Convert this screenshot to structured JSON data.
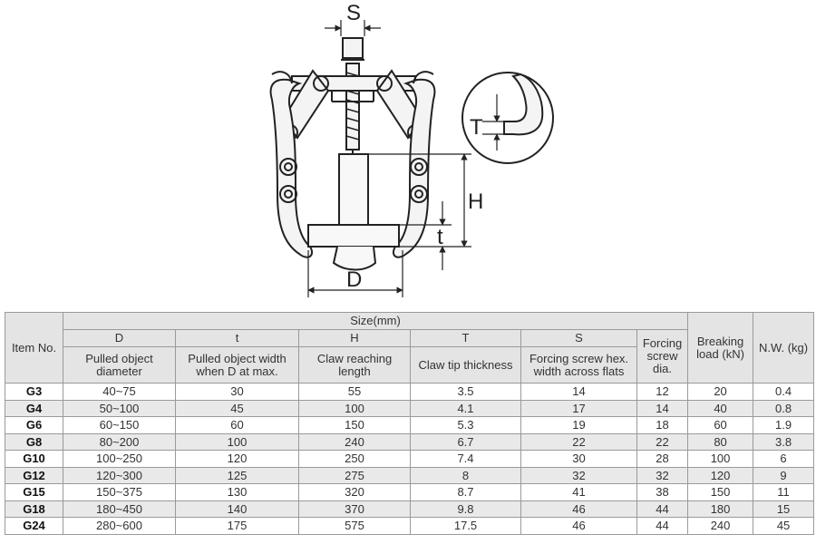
{
  "diagram": {
    "labels": {
      "S": "S",
      "T": "T",
      "H": "H",
      "t": "t",
      "D": "D"
    }
  },
  "table": {
    "item_header": "Item No.",
    "size_header": "Size(mm)",
    "dim_letters": [
      "D",
      "t",
      "H",
      "T",
      "S"
    ],
    "dim_descriptions": [
      "Pulled object diameter",
      "Pulled object width when D at max.",
      "Claw reaching length",
      "Claw tip thickness",
      "Forcing screw hex. width across flats"
    ],
    "forcing_screw_header": "Forcing screw dia.",
    "breaking_load_header": "Breaking load (kN)",
    "nw_header": "N.W. (kg)",
    "rows": [
      [
        "G3",
        "40~75",
        "30",
        "55",
        "3.5",
        "14",
        "12",
        "20",
        "0.4"
      ],
      [
        "G4",
        "50~100",
        "45",
        "100",
        "4.1",
        "17",
        "14",
        "40",
        "0.8"
      ],
      [
        "G6",
        "60~150",
        "60",
        "150",
        "5.3",
        "19",
        "18",
        "60",
        "1.9"
      ],
      [
        "G8",
        "80~200",
        "100",
        "240",
        "6.7",
        "22",
        "22",
        "80",
        "3.8"
      ],
      [
        "G10",
        "100~250",
        "120",
        "250",
        "7.4",
        "30",
        "28",
        "100",
        "6"
      ],
      [
        "G12",
        "120~300",
        "125",
        "275",
        "8",
        "32",
        "32",
        "120",
        "9"
      ],
      [
        "G15",
        "150~375",
        "130",
        "320",
        "8.7",
        "41",
        "38",
        "150",
        "11"
      ],
      [
        "G18",
        "180~450",
        "140",
        "370",
        "9.8",
        "46",
        "44",
        "180",
        "15"
      ],
      [
        "G24",
        "280~600",
        "175",
        "575",
        "17.5",
        "46",
        "44",
        "240",
        "45"
      ]
    ]
  }
}
